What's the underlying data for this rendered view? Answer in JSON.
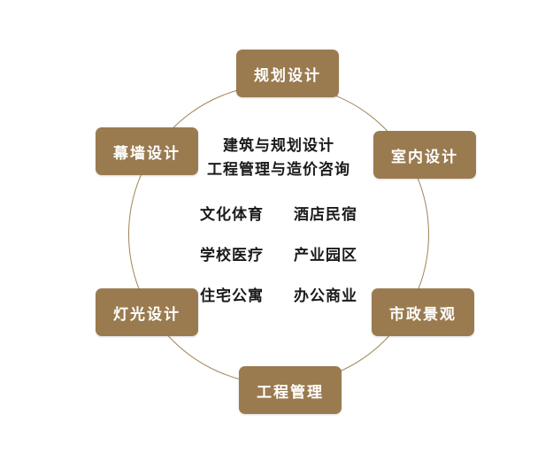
{
  "diagram": {
    "nodes": [
      {
        "label": "规划设计",
        "position": "top"
      },
      {
        "label": "室内设计",
        "position": "top-right"
      },
      {
        "label": "市政景观",
        "position": "bottom-right"
      },
      {
        "label": "工程管理",
        "position": "bottom"
      },
      {
        "label": "灯光设计",
        "position": "bottom-left"
      },
      {
        "label": "幕墙设计",
        "position": "top-left"
      }
    ],
    "center": {
      "headings": [
        "建筑与规划设计",
        "工程管理与造价咨询"
      ],
      "items": [
        [
          "文化体育",
          "酒店民宿"
        ],
        [
          "学校医疗",
          "产业园区"
        ],
        [
          "住宅公寓",
          "办公商业"
        ]
      ]
    },
    "colors": {
      "node_bg": "#9a7b4f",
      "node_text": "#ffffff",
      "circle_stroke": "#a08457",
      "center_text": "#1a1a1a"
    }
  }
}
